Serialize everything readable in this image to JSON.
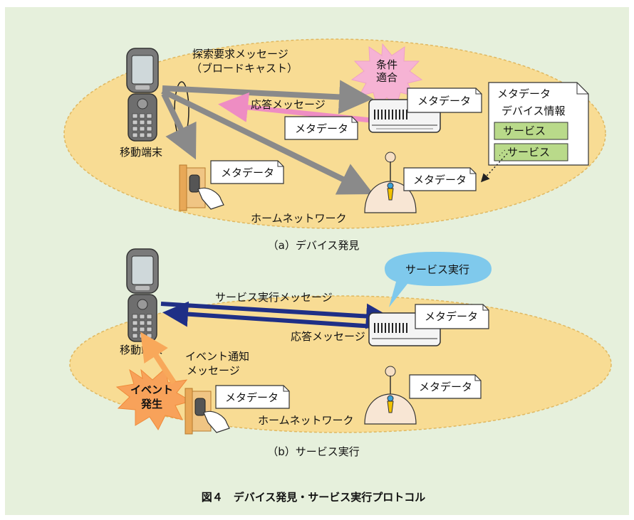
{
  "colors": {
    "panel_bg": "#e6f0dc",
    "network_ellipse": "#f8dc94",
    "gray_arrow": "#8a8a8a",
    "pink_arrow": "#ee8dc3",
    "navy_arrow": "#1f2f86",
    "orange_arrow": "#f8a85a",
    "service_green": "#b9da8a",
    "speech_blue": "#7fc9ec",
    "starburst_pink": "#f6b3d4",
    "starburst_orange": "#f8a25a"
  },
  "panel_a": {
    "discovery_msg": "探索要求メッセージ",
    "broadcast": "（ブロードキャスト）",
    "condition_line1": "条件",
    "condition_line2": "適合",
    "response_msg": "応答メッセージ",
    "metadata": "メタデータ",
    "mobile_terminal": "移動端末",
    "home_network": "ホームネットワーク",
    "doc_title": "メタデータ",
    "doc_device_info": "デバイス情報",
    "doc_service1": "サービス",
    "doc_service2": "サービス",
    "caption": "（a）デバイス発見"
  },
  "panel_b": {
    "service_exec_bubble": "サービス実行",
    "service_exec_msg": "サービス実行メッセージ",
    "response_msg": "応答メッセージ",
    "metadata": "メタデータ",
    "mobile_terminal": "移動端末",
    "event_notify_line1": "イベント通知",
    "event_notify_line2": "メッセージ",
    "event_burst_line1": "イベント",
    "event_burst_line2": "発生",
    "home_network": "ホームネットワーク",
    "caption": "（b）サービス実行"
  },
  "figure_caption": "図４　デバイス発見・サービス実行プロトコル"
}
